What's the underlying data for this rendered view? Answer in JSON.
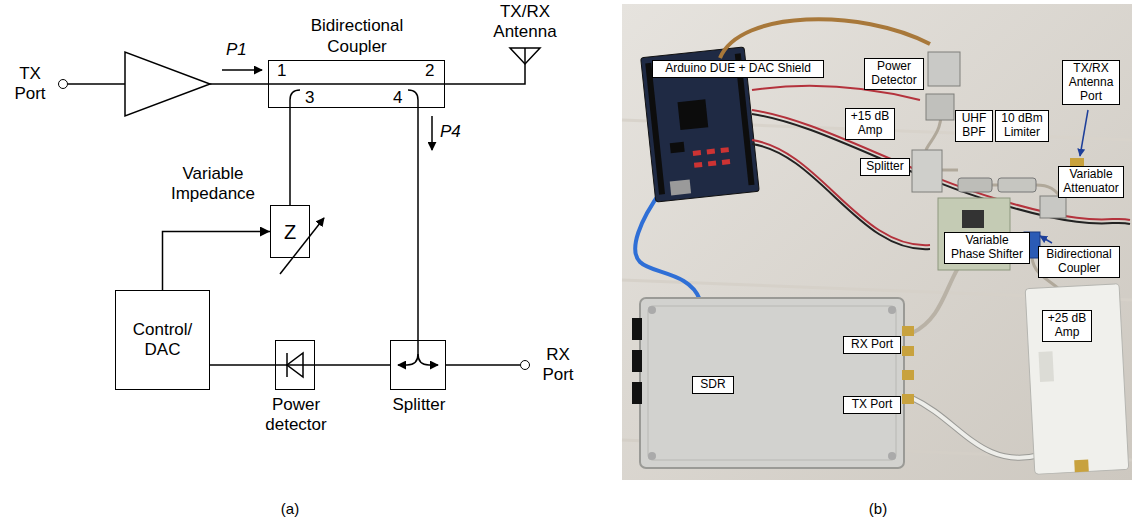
{
  "diagram": {
    "nodes": [
      {
        "text": [
          "TX Port"
        ]
      },
      {
        "text": [
          "Bidirectional Coupler",
          "1",
          "2",
          "3",
          "4"
        ]
      },
      {
        "text": [
          "Variable Impedance",
          "Z"
        ]
      },
      {
        "text": [
          "Control/ DAC"
        ]
      },
      {
        "text": [
          "Power detector"
        ]
      },
      {
        "text": [
          "Splitter"
        ]
      },
      {
        "text": [
          "RX Port"
        ]
      },
      {
        "text": [
          "Arduino DUE + DAC Shield"
        ]
      },
      {
        "text": [
          "Power Detector"
        ]
      },
      {
        "text": [
          "+15 dB Amp"
        ]
      },
      {
        "text": [
          "Splitter"
        ]
      },
      {
        "text": [
          "UHF BPF"
        ]
      },
      {
        "text": [
          "10 dBm Limiter"
        ]
      },
      {
        "text": [
          "TX/RX Antenna Port"
        ]
      },
      {
        "text": [
          "Variable Attenuator"
        ]
      },
      {
        "text": [
          "SDR"
        ]
      },
      {
        "text": [
          "Variable Phase Shifter"
        ]
      },
      {
        "text": [
          "Bidirectional Coupler"
        ]
      },
      {
        "text": [
          "RX Port"
        ]
      },
      {
        "text": [
          "TX Port"
        ]
      },
      {
        "text": [
          "+25 dB Amp"
        ]
      }
    ],
    "edges": [
      {
        "from": 0,
        "to": 1,
        "arrow": "none"
      },
      {
        "from": 1,
        "to": 2,
        "arrow": "none"
      },
      {
        "from": 3,
        "to": 2,
        "arrow": "to"
      },
      {
        "from": 1,
        "to": 5,
        "arrow": "none"
      },
      {
        "from": 5,
        "to": 4,
        "arrow": "none"
      },
      {
        "from": 4,
        "to": 3,
        "arrow": "none"
      },
      {
        "from": 5,
        "to": 6,
        "arrow": "none"
      }
    ],
    "labels": [
      "P1",
      "TX/RX Antenna",
      "P4",
      "(a)",
      "(b)"
    ]
  }
}
